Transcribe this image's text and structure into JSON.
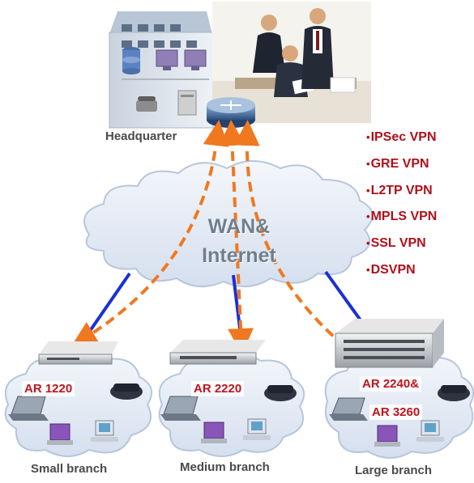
{
  "headquarter": {
    "label": "Headquarter"
  },
  "wan": {
    "line1": "WAN&",
    "line2": "Internet"
  },
  "vpn_types": [
    "IPSec VPN",
    "GRE VPN",
    "L2TP VPN",
    "MPLS VPN",
    "SSL VPN",
    "DSVPN"
  ],
  "branches": [
    {
      "name": "Small branch",
      "router": "AR 1220"
    },
    {
      "name": "Medium branch",
      "router": "AR 2220"
    },
    {
      "name": "Large branch",
      "router_line1": "AR 2240&",
      "router_line2": "AR 3260"
    }
  ],
  "colors": {
    "vpn_text": "#b0101a",
    "tunnel_arrow": "#f07820",
    "wan_link": "#1b2fd6",
    "cloud_fill": "#dfe7f3",
    "label_gray": "#4a4a4a"
  },
  "icons": [
    "building-icon",
    "database-icon",
    "computer-icon",
    "phone-icon",
    "router-icon",
    "server-icon",
    "laptop-icon",
    "video-terminal-icon",
    "people-photo"
  ]
}
